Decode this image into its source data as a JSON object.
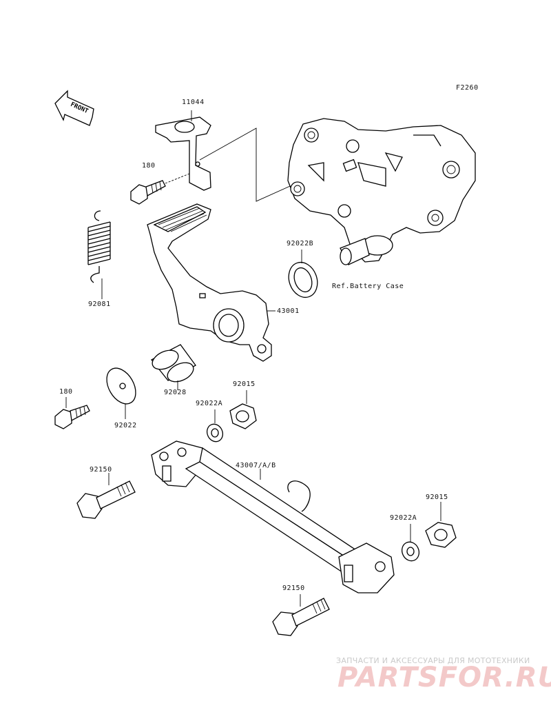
{
  "diagram_code": "F2260",
  "front_arrow_text": "FRONT",
  "watermark": {
    "tagline": "ЗАПЧАСТИ И АКСЕССУАРЫ ДЛЯ МОТОТЕХНИКИ",
    "logo": "PARTSFOR.RU"
  },
  "parts": [
    {
      "id": "11044"
    },
    {
      "id": "180"
    },
    {
      "id": "92081"
    },
    {
      "id": "92022B"
    },
    {
      "id": "Ref.Battery Case"
    },
    {
      "id": "43001"
    },
    {
      "id": "92028"
    },
    {
      "id": "180"
    },
    {
      "id": "92022"
    },
    {
      "id": "92015"
    },
    {
      "id": "92022A"
    },
    {
      "id": "43007/A/B"
    },
    {
      "id": "92150"
    },
    {
      "id": "92022A"
    },
    {
      "id": "92015"
    },
    {
      "id": "92150"
    }
  ]
}
